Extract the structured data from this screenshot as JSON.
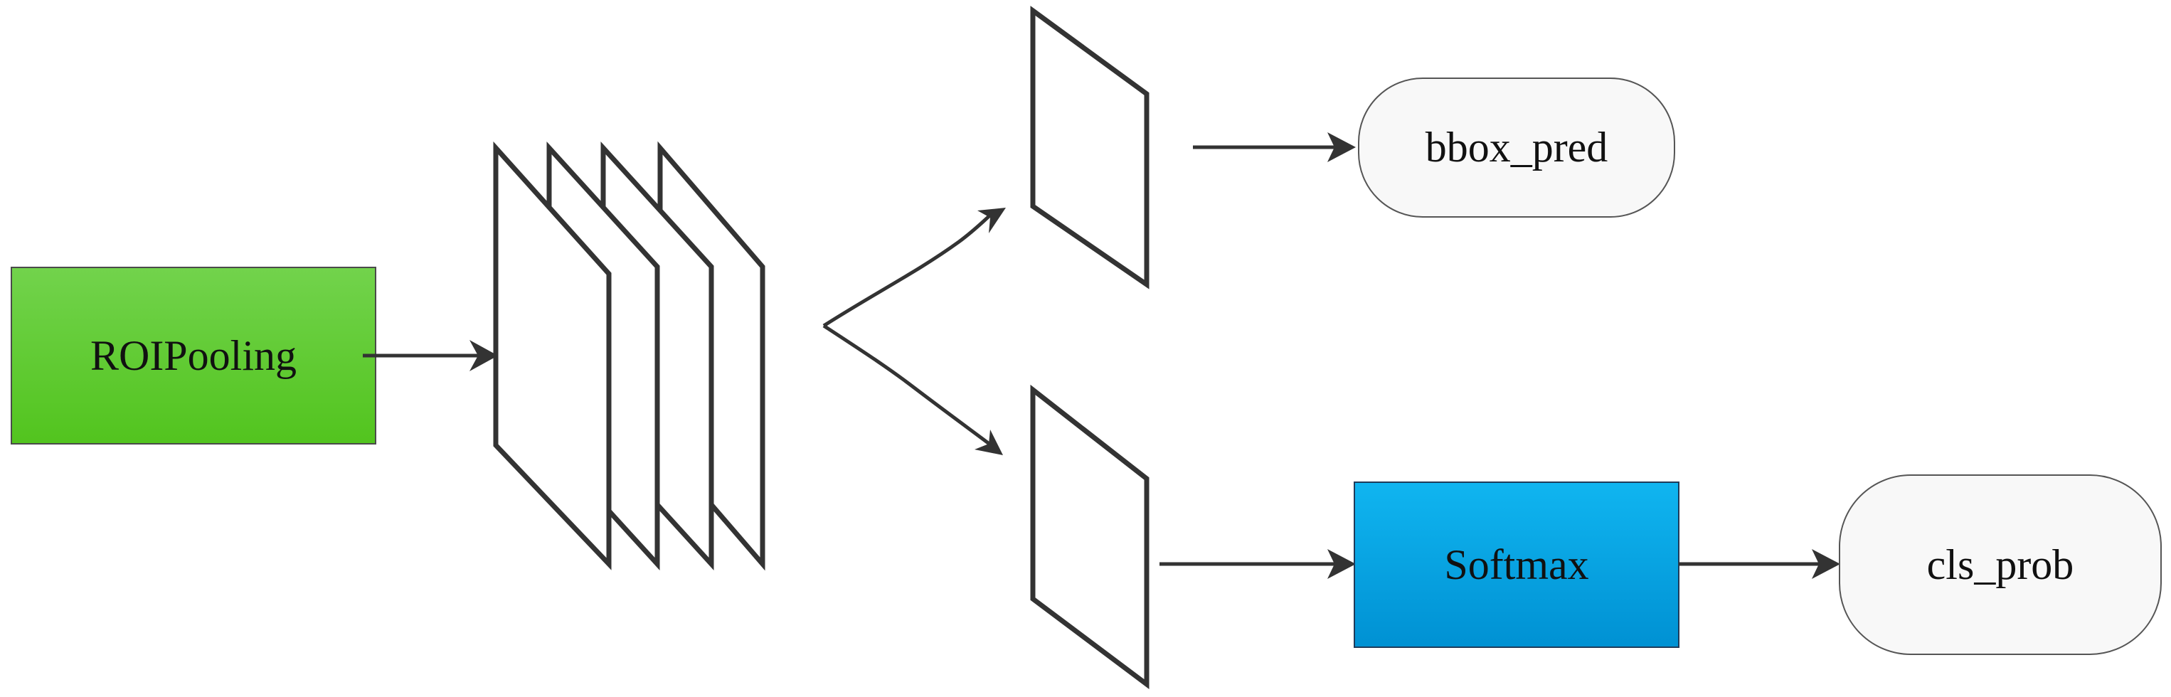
{
  "nodes": {
    "roi_pooling": {
      "label": "ROIPooling",
      "fill_top": "#72d34c",
      "fill_bottom": "#52c41e",
      "stroke": "#4a4a4a"
    },
    "bbox_pred": {
      "label": "bbox_pred",
      "fill": "#f8f8f8",
      "stroke": "#555555"
    },
    "softmax": {
      "label": "Softmax",
      "fill_top": "#10b5f0",
      "fill_bottom": "#0091d3",
      "stroke": "#1f3b5a"
    },
    "cls_prob": {
      "label": "cls_prob",
      "fill": "#f8f8f8",
      "stroke": "#555555"
    }
  },
  "colors": {
    "line": "#333333",
    "background": "#ffffff"
  },
  "elements": {
    "feature_map_stack": "4 stacked feature planes",
    "branch_planes": "2 single feature planes"
  }
}
